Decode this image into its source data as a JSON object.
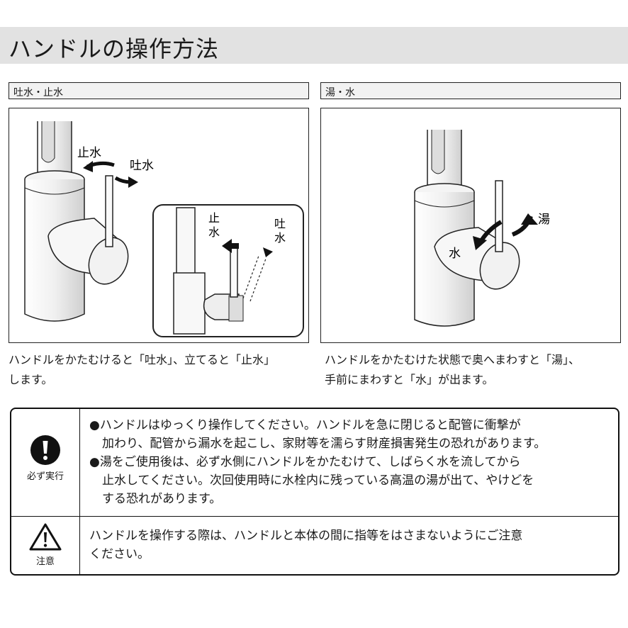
{
  "title": "ハンドルの操作方法",
  "left": {
    "header": "吐水・止水",
    "label_stop": "止水",
    "label_spout": "吐水",
    "inset_label_stop_1": "止",
    "inset_label_stop_2": "水",
    "inset_label_spout_1": "吐",
    "inset_label_spout_2": "水",
    "caption_line1": "ハンドルをかたむけると「吐水」、立てると「止水」",
    "caption_line2": "します。"
  },
  "right": {
    "header": "湯・水",
    "label_hot": "湯",
    "label_cold": "水",
    "caption_line1": "ハンドルをかたむけた状態で奥へまわすと「湯」、",
    "caption_line2": "手前にまわすと「水」が出ます。"
  },
  "notice": {
    "mandatory_label": "必ず実行",
    "mandatory_items": [
      {
        "line1": "●ハンドルはゆっくり操作してください。ハンドルを急に閉じると配管に衝撃が",
        "line2": "加わり、配管から漏水を起こし、家財等を濡らす財産損害発生の恐れがあります。"
      },
      {
        "line1": "●湯をご使用後は、必ず水側にハンドルをかたむけて、しばらく水を流してから",
        "line2": "止水してください。次回使用時に水栓内に残っている高温の湯が出て、やけどを",
        "line3": "する恐れがあります。"
      }
    ],
    "caution_label": "注意",
    "caution_line1": "ハンドルを操作する際は、ハンドルと本体の間に指等をはさまないようにご注意",
    "caution_line2": "ください。"
  }
}
